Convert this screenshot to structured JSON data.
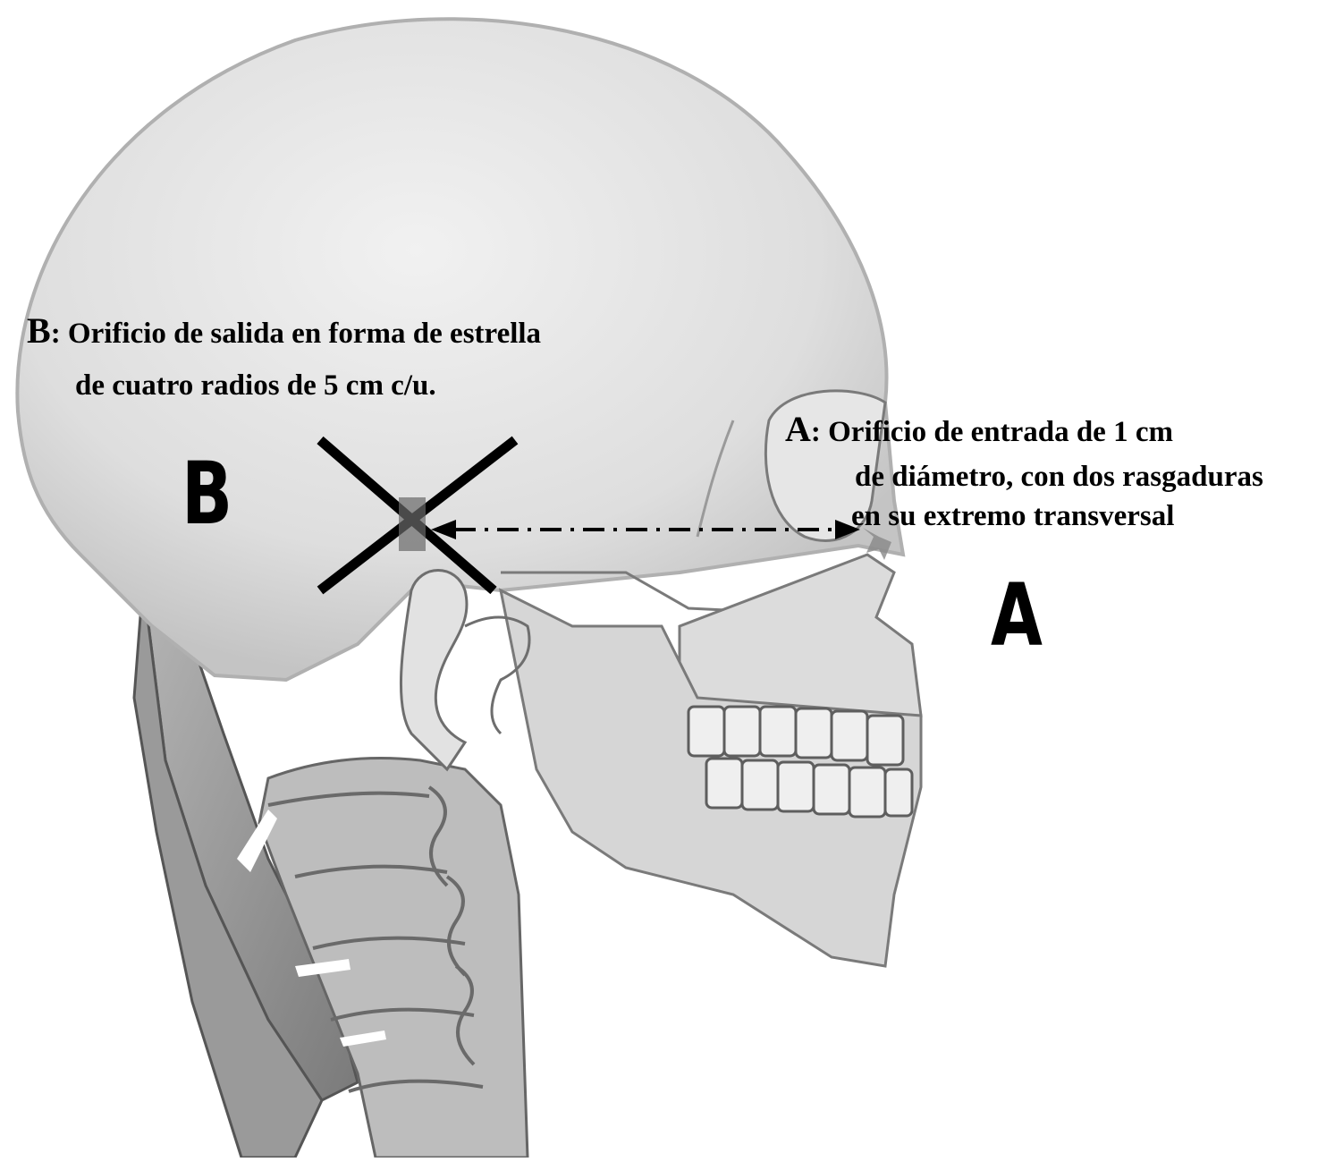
{
  "labels": {
    "b_key": "B",
    "b_line1": ": Orificio de salida en forma de estrella",
    "b_line2": "de cuatro radios de 5 cm c/u.",
    "a_key": "A",
    "a_line1": ":  Orificio de entrada de 1 cm",
    "a_line2": "de diámetro, con dos rasgaduras",
    "a_line3": "en su extremo transversal",
    "big_b": "B",
    "big_a": "A"
  },
  "colors": {
    "bone": "#dcdcdc",
    "bone_shadow": "#b9b9b9",
    "outline": "#6e6e6e",
    "muscle": "#8a8a8a",
    "mark": "#000000"
  },
  "icons": {
    "exit_wound": "x-cross-mark",
    "trajectory": "dash-dot-double-arrow"
  }
}
